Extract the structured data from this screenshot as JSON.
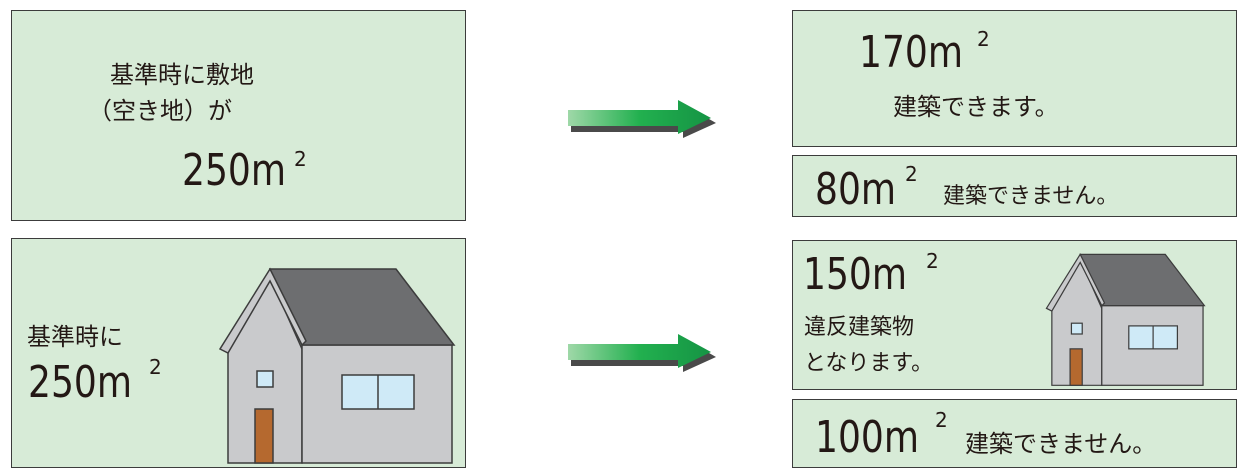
{
  "colors": {
    "box_fill": "#d7ebd7",
    "box_border": "#3c3c3c",
    "arrow_green": "#1aa84a",
    "roof": "#6d6e70",
    "wall": "#c9cacc",
    "door": "#b5692f",
    "window": "#cfeaf7"
  },
  "top_left": {
    "line1": "基準時に敷地",
    "line2": "（空き地）が",
    "area": "250m",
    "sup": "2"
  },
  "bottom_left": {
    "label": "基準時に",
    "area": "250m",
    "sup": "2"
  },
  "right_1": {
    "area": "170m",
    "sup": "2",
    "text": "建築できます。"
  },
  "right_2": {
    "area": "80m",
    "sup": "2",
    "text": "建築できません。"
  },
  "right_3": {
    "area": "150m",
    "sup": "2",
    "line1": "違反建築物",
    "line2": "となります。"
  },
  "right_4": {
    "area": "100m",
    "sup": "2",
    "text": "建築できません。"
  },
  "icons": {
    "arrow": "right-arrow-icon",
    "house": "house-icon"
  }
}
